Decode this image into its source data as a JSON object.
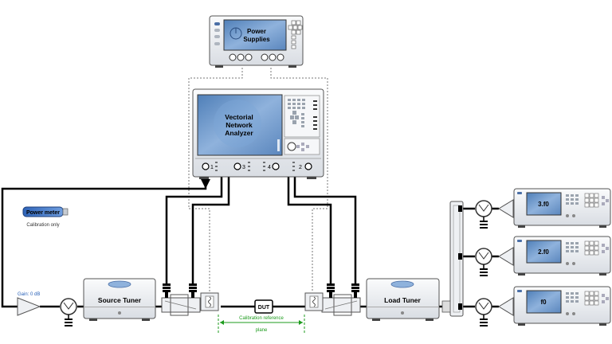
{
  "diagram": {
    "power_supplies": {
      "line1": "Power",
      "line2": "Supplies"
    },
    "vna": {
      "line1": "Vectorial",
      "line2": "Network",
      "line3": "Analyzer"
    },
    "vna_ports": {
      "p1": "1",
      "p2": "2",
      "p3": "3",
      "p4": "4"
    },
    "power_meter": {
      "label": "Power meter",
      "note": "Calibration only"
    },
    "gain": "Gain: 0 dB",
    "source_tuner": "Source Tuner",
    "load_tuner": "Load Tuner",
    "dut": "DUT",
    "calibration": {
      "line1": "Calibration reference",
      "line2": "plane"
    },
    "generators": {
      "g1": "3.f0",
      "g2": "2.f0",
      "g3": "f0"
    },
    "colors": {
      "screen": "#6e97c8",
      "body": "#eef0f3",
      "calib": "#1c9b1c",
      "cable": "#000000"
    }
  }
}
